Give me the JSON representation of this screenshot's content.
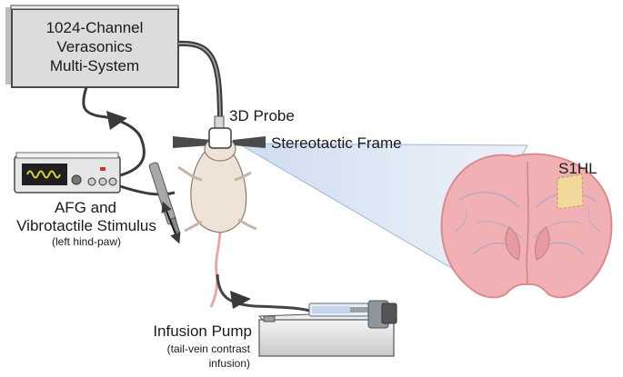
{
  "labels": {
    "system_line1": "1024-Channel",
    "system_line2": "Verasonics",
    "system_line3": "Multi-System",
    "probe": "3D Probe",
    "frame": "Stereotactic Frame",
    "afg_line1": "AFG and",
    "afg_line2": "Vibrotactile Stimulus",
    "afg_note": "(left hind-paw)",
    "pump": "Infusion Pump",
    "pump_note1": "(tail-vein contrast",
    "pump_note2": "infusion)",
    "region": "S1HL"
  },
  "colors": {
    "system_box": "#dcdcdc",
    "cable": "#3a3a3a",
    "beam": "#b9cde6",
    "brain": "#f0b0b4",
    "brain_outline": "#d98b92",
    "vessels": "#9aa6d0",
    "region_patch": "#f3dc9a",
    "mouse_body": "#efe2d6",
    "mouse_tail": "#e7a8a8",
    "afg_screen": "#1f1f1f",
    "afg_wave": "#d6d63a"
  }
}
